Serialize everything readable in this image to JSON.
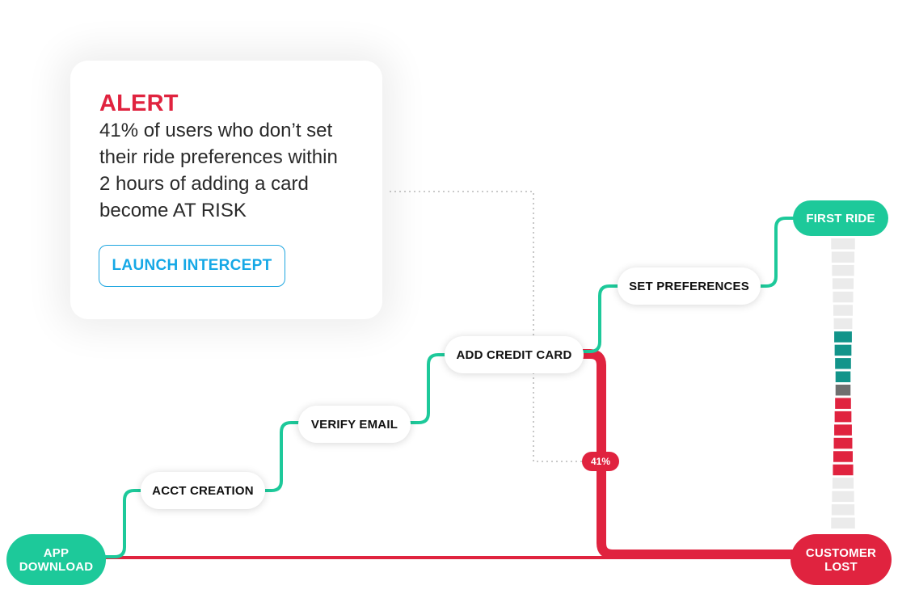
{
  "alert": {
    "title": "ALERT",
    "lines": [
      "41% of users who don’t set",
      "their ride preferences within",
      "2 hours of adding a card",
      "become AT RISK"
    ],
    "button_label": "LAUNCH INTERCEPT"
  },
  "steps": {
    "app_download": [
      "APP",
      "DOWNLOAD"
    ],
    "acct_creation": "ACCT CREATION",
    "verify_email": "VERIFY EMAIL",
    "add_credit_card": "ADD CREDIT CARD",
    "set_preferences": "SET PREFERENCES",
    "first_ride": "FIRST RIDE",
    "customer_lost": [
      "CUSTOMER",
      "LOST"
    ]
  },
  "dropoff_badge": "41%",
  "colors": {
    "green": "#1dc99a",
    "red": "#e0233f",
    "blue": "#15a8e6",
    "teal_segment": "#12948a",
    "gray_segment": "#6f6f6f",
    "light_segment": "#ebebeb"
  },
  "gauge": {
    "segments": [
      "light",
      "light",
      "light",
      "light",
      "light",
      "light",
      "light",
      "teal",
      "teal",
      "teal",
      "teal",
      "gray",
      "red",
      "red",
      "red",
      "red",
      "red",
      "red",
      "light",
      "light",
      "light",
      "light"
    ]
  }
}
